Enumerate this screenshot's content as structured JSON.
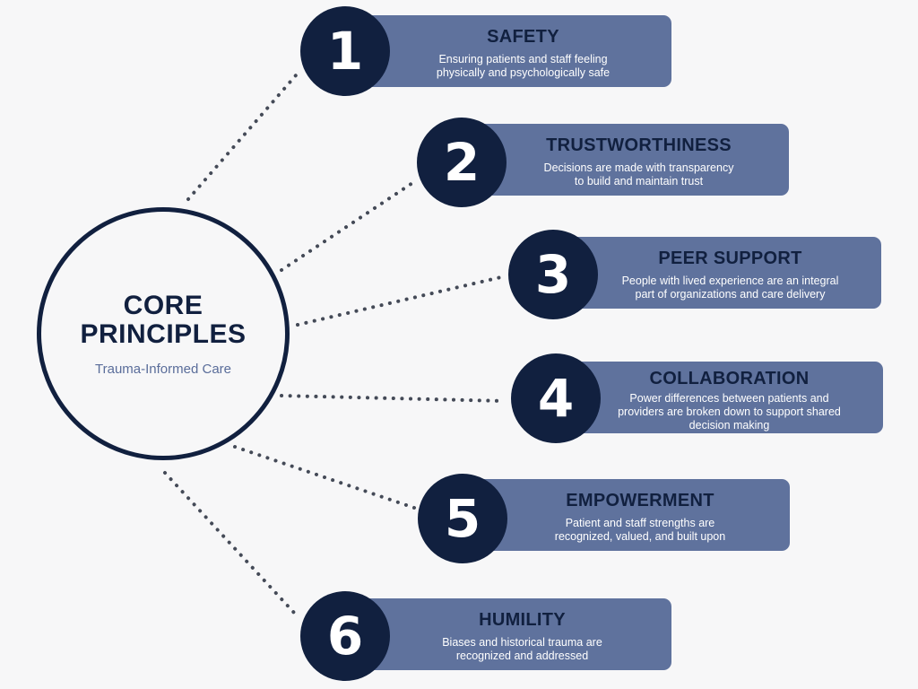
{
  "center": {
    "title_line1": "CORE",
    "title_line2": "PRINCIPLES",
    "subtitle": "Trauma-Informed Care"
  },
  "principles": [
    {
      "number": "1",
      "title": "SAFETY",
      "desc_line1": "Ensuring patients and staff feeling",
      "desc_line2": "physically and psychologically safe",
      "desc_line3": ""
    },
    {
      "number": "2",
      "title": "TRUSTWORTHINESS",
      "desc_line1": "Decisions are made with transparency",
      "desc_line2": "to build and maintain trust",
      "desc_line3": ""
    },
    {
      "number": "3",
      "title": "PEER SUPPORT",
      "desc_line1": "People with lived experience are an integral",
      "desc_line2": "part of organizations and care delivery",
      "desc_line3": ""
    },
    {
      "number": "4",
      "title": "COLLABORATION",
      "desc_line1": "Power differences between patients and",
      "desc_line2": "providers are broken down to support shared",
      "desc_line3": "decision making"
    },
    {
      "number": "5",
      "title": "EMPOWERMENT",
      "desc_line1": "Patient and staff strengths are",
      "desc_line2": "recognized, valued, and built upon",
      "desc_line3": ""
    },
    {
      "number": "6",
      "title": "HUMILITY",
      "desc_line1": "Biases and historical trauma are",
      "desc_line2": "recognized and addressed",
      "desc_line3": ""
    }
  ],
  "colors": {
    "navy": "#11203f",
    "card": "#5f729d",
    "subtitle": "#5a6d9a",
    "background": "#f7f7f8"
  }
}
